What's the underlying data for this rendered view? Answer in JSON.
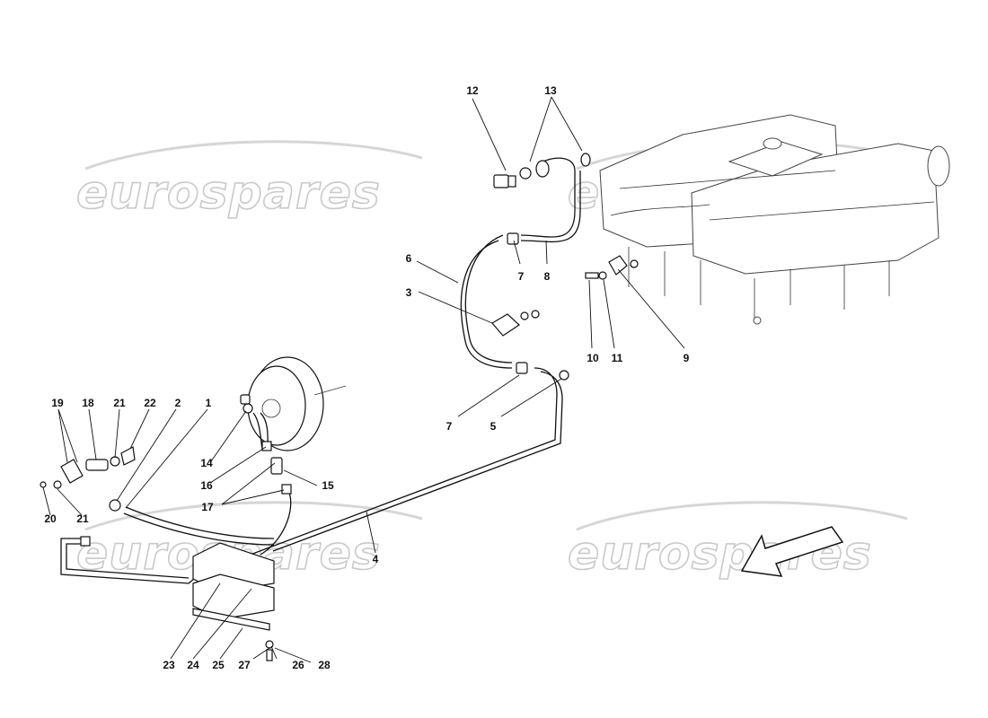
{
  "watermark": {
    "text": "eurospares"
  },
  "labels": [
    "1",
    "2",
    "3",
    "4",
    "5",
    "6",
    "7",
    "7",
    "8",
    "9",
    "10",
    "11",
    "12",
    "13",
    "14",
    "15",
    "16",
    "17",
    "18",
    "19",
    "20",
    "21",
    "21",
    "22",
    "23",
    "24",
    "25",
    "26",
    "27",
    "28"
  ]
}
